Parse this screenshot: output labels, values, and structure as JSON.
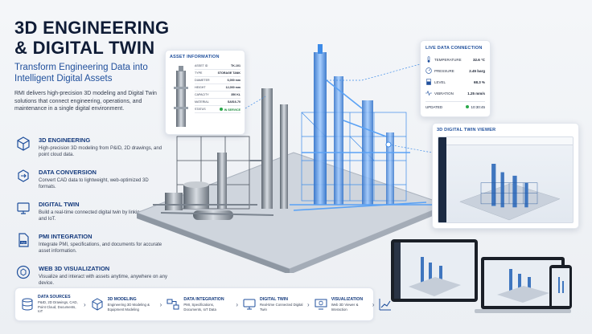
{
  "header": {
    "title_line1": "3D ENGINEERING",
    "title_line2": "& DIGITAL TWIN",
    "subtitle_line1": "Transform Engineering Data into",
    "subtitle_line2": "Intelligent Digital Assets",
    "description": "RMI delivers high-precision 3D modeling and Digital Twin solutions that connect engineering, operations, and maintenance in a single digital environment."
  },
  "features": [
    {
      "icon": "cube-icon",
      "title": "3D ENGINEERING",
      "desc": "High-precision 3D modeling from P&ID, 2D drawings, and point cloud data."
    },
    {
      "icon": "convert-icon",
      "title": "DATA CONVERSION",
      "desc": "Convert CAD data to lightweight, web-optimized 3D formats."
    },
    {
      "icon": "digital-twin-icon",
      "title": "DIGITAL TWIN",
      "desc": "Build a real-time connected digital twin by linking asset data and IoT."
    },
    {
      "icon": "pmi-document-icon",
      "title": "PMI INTEGRATION",
      "desc": "Integrate PMI, specifications, and documents for accurate asset information."
    },
    {
      "icon": "web-cube-icon",
      "title": "WEB 3D VISUALIZATION",
      "desc": "Visualize and interact with assets anytime, anywhere on any device."
    }
  ],
  "asset_info": {
    "title": "ASSET INFORMATION",
    "rows": [
      {
        "label": "ASSET ID",
        "value": "TK-101"
      },
      {
        "label": "TYPE",
        "value": "STORAGE TANK"
      },
      {
        "label": "DIAMETER",
        "value": "6,000 mm"
      },
      {
        "label": "HEIGHT",
        "value": "12,000 mm"
      },
      {
        "label": "CAPACITY",
        "value": "350 KL"
      },
      {
        "label": "MATERIAL",
        "value": "SA516-70"
      },
      {
        "label": "STATUS",
        "value": "IN SERVICE"
      }
    ]
  },
  "live_data": {
    "title": "LIVE DATA CONNECTION",
    "rows": [
      {
        "icon": "thermometer-icon",
        "label": "TEMPERATURE",
        "value": "32.6 °C"
      },
      {
        "icon": "gauge-icon",
        "label": "PRESSURE",
        "value": "2.45 barg"
      },
      {
        "icon": "level-icon",
        "label": "LEVEL",
        "value": "68.3 %"
      },
      {
        "icon": "vibration-icon",
        "label": "VIBRATION",
        "value": "1.25 mm/s"
      }
    ],
    "updated_label": "UPDATED",
    "updated_time": "10:30:45"
  },
  "viewer": {
    "title": "3D DIGITAL TWIN VIEWER"
  },
  "flow": [
    {
      "icon": "database-icon",
      "title": "DATA SOURCES",
      "desc": "P&ID, 2D Drawings, CAD, Point Cloud, Documents, IoT"
    },
    {
      "icon": "cube-icon",
      "title": "3D MODELING",
      "desc": "Engineering 3D Modeling & Equipment Modeling"
    },
    {
      "icon": "integration-icon",
      "title": "DATA INTEGRATION",
      "desc": "PMI, Specifications, Documents, IoT Data"
    },
    {
      "icon": "digital-twin-icon",
      "title": "DIGITAL TWIN",
      "desc": "Real-time Connected Digital Twin"
    },
    {
      "icon": "monitor-icon",
      "title": "VISUALIZATION",
      "desc": "Web 3D Viewer & Interaction"
    },
    {
      "icon": "chart-trend-icon",
      "title": "",
      "desc": ""
    }
  ],
  "colors": {
    "accent": "#1f4f9c",
    "navy": "#0f1c36",
    "twin_blue": "#3d8be8",
    "ok_green": "#2aa84a"
  }
}
